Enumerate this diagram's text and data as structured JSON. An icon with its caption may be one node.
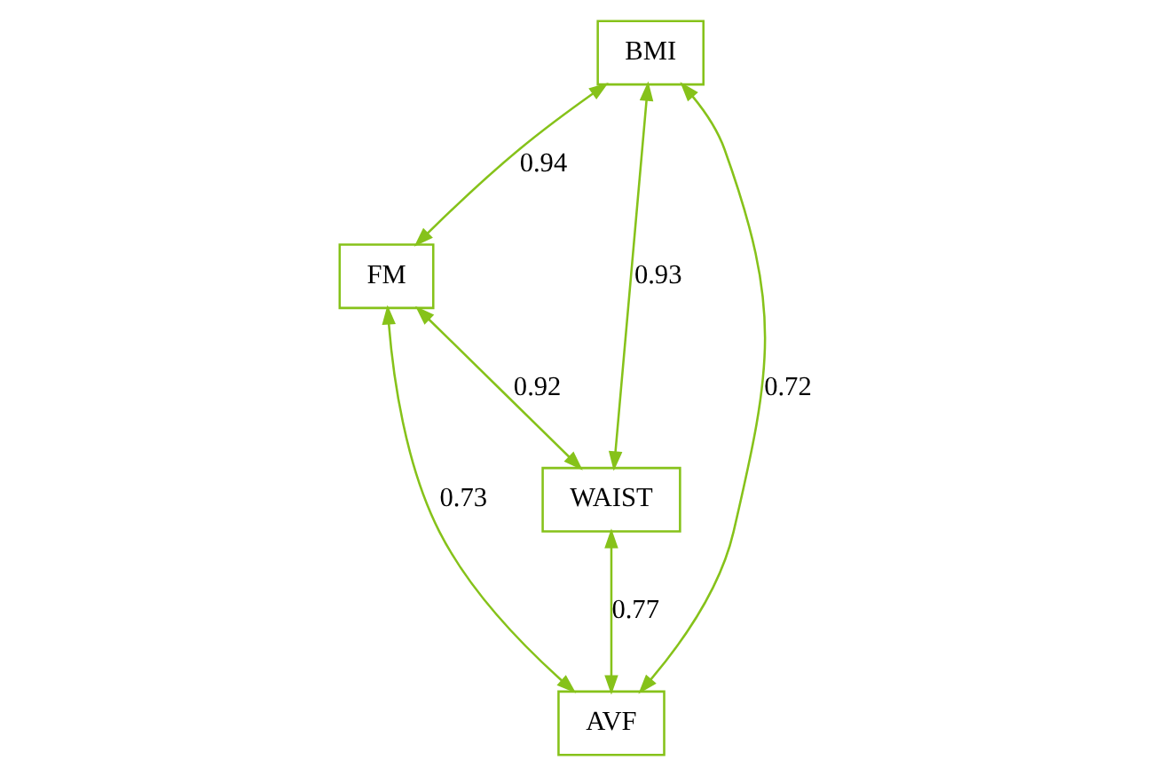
{
  "diagram": {
    "nodes": [
      {
        "text": [
          "BMI"
        ]
      },
      {
        "text": [
          "FM"
        ]
      },
      {
        "text": [
          "WAIST"
        ]
      },
      {
        "text": [
          "AVF"
        ]
      }
    ],
    "edges": [
      {
        "from": 0,
        "to": 2,
        "arrow": "both",
        "label": "0.93"
      },
      {
        "from": 0,
        "to": 1,
        "arrow": "both",
        "label": "0.94"
      },
      {
        "from": 1,
        "to": 2,
        "arrow": "both",
        "label": "0.92"
      },
      {
        "from": 1,
        "to": 3,
        "arrow": "both",
        "label": "0.73"
      },
      {
        "from": 0,
        "to": 3,
        "arrow": "both",
        "label": "0.72"
      },
      {
        "from": 2,
        "to": 3,
        "arrow": "both",
        "label": "0.77"
      }
    ]
  }
}
